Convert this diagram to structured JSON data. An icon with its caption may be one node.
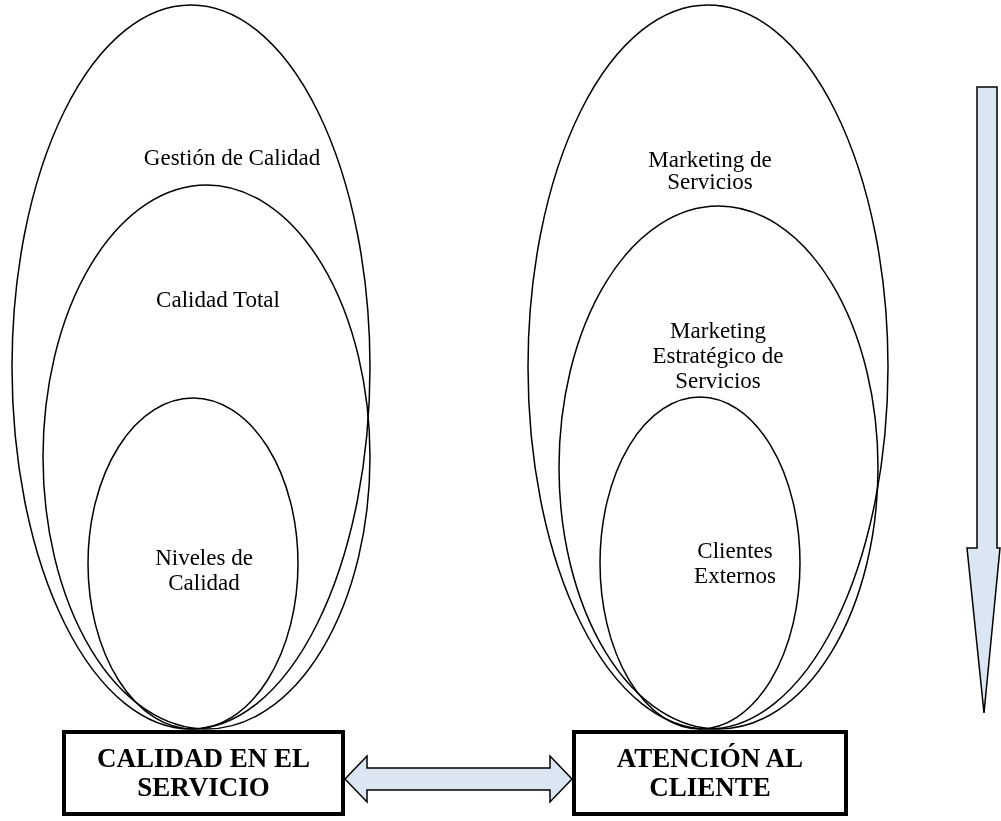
{
  "diagram": {
    "nodes": [
      {
        "text": [
          "Gestión de Calidad"
        ]
      },
      {
        "text": [
          "Calidad Total"
        ],
        "in": 0
      },
      {
        "text": [
          "Niveles de Calidad"
        ],
        "in": 1
      },
      {
        "text": [
          "Marketing de Servicios"
        ]
      },
      {
        "text": [
          "Marketing Estratégico de Servicios"
        ],
        "in": 3
      },
      {
        "text": [
          "Clientes Externos"
        ],
        "in": 4
      },
      {
        "text": [
          "CALIDAD EN EL SERVICIO"
        ]
      },
      {
        "text": [
          "ATENCIÓN AL CLIENTE"
        ]
      }
    ],
    "edges": [
      {
        "from": 6,
        "to": 7,
        "arrow": "both"
      }
    ]
  }
}
